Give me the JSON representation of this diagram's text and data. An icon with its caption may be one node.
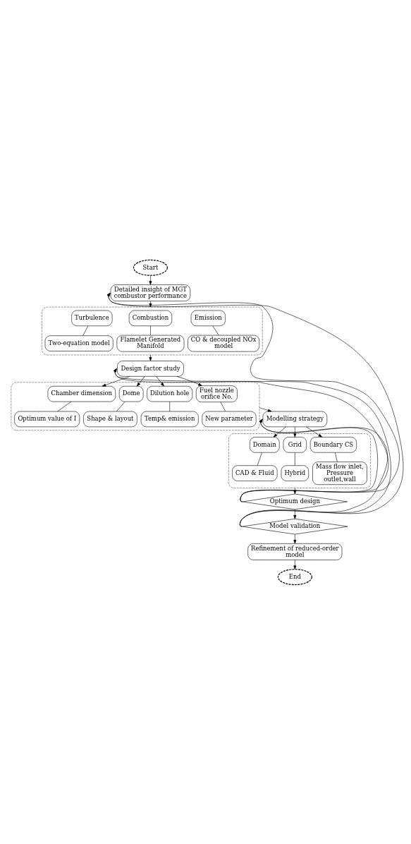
{
  "diagram": {
    "nodes": [
      {
        "text": [
          "Start"
        ]
      },
      {
        "text": [
          "Detailed insight of MGT combustor performance"
        ]
      },
      {
        "text": [],
        "shape": "box"
      },
      {
        "text": [
          "Turbulence"
        ],
        "in": 2
      },
      {
        "text": [
          "Two-equation model"
        ],
        "in": 2
      },
      {
        "text": [
          "Combustion"
        ],
        "in": 2
      },
      {
        "text": [
          "Flamelet Generated Manifold"
        ],
        "in": 2
      },
      {
        "text": [
          "Emission"
        ],
        "in": 2
      },
      {
        "text": [
          "CO & decoupled NOx model"
        ],
        "in": 2
      },
      {
        "text": [
          "Design factor study"
        ]
      },
      {
        "text": [],
        "shape": "box"
      },
      {
        "text": [
          "Chamber dimension"
        ],
        "in": 10
      },
      {
        "text": [
          "Optimum value of I"
        ],
        "in": 10
      },
      {
        "text": [
          "Dome"
        ],
        "in": 10
      },
      {
        "text": [
          "Shape & layout"
        ],
        "in": 10
      },
      {
        "text": [
          "Fuel nozzle orifice No."
        ],
        "in": 10
      },
      {
        "text": [
          "New parameter"
        ],
        "in": 10
      },
      {
        "text": [
          "Dilution hole"
        ],
        "in": 10
      },
      {
        "text": [
          "Temp& emission"
        ],
        "in": 10
      },
      {
        "text": [
          "Modelling strategy"
        ]
      },
      {
        "text": [],
        "shape": "box"
      },
      {
        "text": [
          "Domain"
        ],
        "in": 20
      },
      {
        "text": [
          "CAD & Fluid"
        ],
        "in": 20
      },
      {
        "text": [
          "Grid"
        ],
        "in": 20
      },
      {
        "text": [
          "Hybrid"
        ],
        "in": 20
      },
      {
        "text": [
          "Boundary CS"
        ],
        "in": 20
      },
      {
        "text": [
          "Mass flow inlet, Pressure outlet,wall"
        ],
        "in": 20
      },
      {
        "text": [
          "Optimum design"
        ]
      },
      {
        "text": [
          "Model validation"
        ]
      },
      {
        "text": [
          "Refinement of reduced-order model"
        ]
      },
      {
        "text": [
          "End"
        ]
      }
    ],
    "edges": [
      {
        "from": 0,
        "to": 1,
        "arrow": "to"
      },
      {
        "from": 1,
        "to": 2,
        "arrow": "to"
      },
      {
        "from": 3,
        "to": 4,
        "arrow": "none"
      },
      {
        "from": 5,
        "to": 6,
        "arrow": "none"
      },
      {
        "from": 7,
        "to": 8,
        "arrow": "none"
      },
      {
        "from": 2,
        "to": 9,
        "arrow": "to"
      },
      {
        "from": 9,
        "to": 11,
        "arrow": "to"
      },
      {
        "from": 9,
        "to": 13,
        "arrow": "to"
      },
      {
        "from": 9,
        "to": 15,
        "arrow": "to"
      },
      {
        "from": 9,
        "to": 17,
        "arrow": "to"
      },
      {
        "from": 11,
        "to": 12,
        "arrow": "none"
      },
      {
        "from": 13,
        "to": 14,
        "arrow": "none"
      },
      {
        "from": 15,
        "to": 16,
        "arrow": "none"
      },
      {
        "from": 17,
        "to": 18,
        "arrow": "none"
      },
      {
        "from": 10,
        "to": 19,
        "arrow": "to"
      },
      {
        "from": 19,
        "to": 21,
        "arrow": "to"
      },
      {
        "from": 19,
        "to": 23,
        "arrow": "to"
      },
      {
        "from": 19,
        "to": 25,
        "arrow": "to"
      },
      {
        "from": 21,
        "to": 22,
        "arrow": "none"
      },
      {
        "from": 23,
        "to": 24,
        "arrow": "none"
      },
      {
        "from": 25,
        "to": 26,
        "arrow": "none"
      },
      {
        "from": 20,
        "to": 27,
        "arrow": "to"
      },
      {
        "from": 27,
        "to": 28,
        "arrow": "to"
      },
      {
        "from": 28,
        "to": 29,
        "arrow": "to"
      },
      {
        "from": 29,
        "to": 30,
        "arrow": "to"
      },
      {
        "from": 27,
        "to": 1,
        "arrow": "to"
      },
      {
        "from": 27,
        "to": 9,
        "arrow": "to"
      },
      {
        "from": 27,
        "to": 19,
        "arrow": "to"
      },
      {
        "from": 28,
        "to": 1,
        "arrow": "to"
      },
      {
        "from": 28,
        "to": 9,
        "arrow": "to"
      },
      {
        "from": 28,
        "to": 19,
        "arrow": "to"
      }
    ]
  }
}
